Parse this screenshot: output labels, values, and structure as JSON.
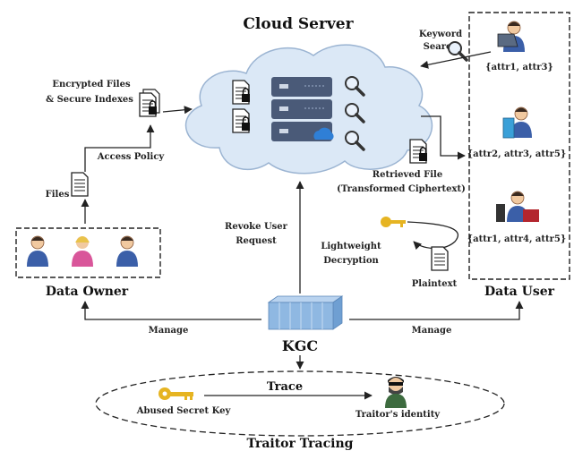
{
  "diagram": {
    "cloud_server": {
      "title": "Cloud Server"
    },
    "data_owner": {
      "title": "Data Owner"
    },
    "data_user": {
      "title": "Data User",
      "users": [
        {
          "attrs": "{attr1, attr3}"
        },
        {
          "attrs": "{attr2, attr3, attr5}"
        },
        {
          "attrs": "{attr1, attr4, attr5}"
        }
      ]
    },
    "kgc": {
      "title": "KGC"
    },
    "traitor_tracing": {
      "title": "Traitor Tracing"
    },
    "labels": {
      "encrypted_files_line1": "Encrypted Files",
      "encrypted_files_line2": "& Secure Indexes",
      "access_policy": "Access Policy",
      "files": "Files",
      "keyword_line1": "Keyword",
      "keyword_line2": "Search",
      "retrieved_line1": "Retrieved File",
      "retrieved_line2": "(Transformed Ciphertext)",
      "revoke_line1": "Revoke User",
      "revoke_line2": "Request",
      "lightweight_line1": "Lightweight",
      "lightweight_line2": "Decryption",
      "plaintext": "Plaintext",
      "manage_left": "Manage",
      "manage_right": "Manage",
      "trace": "Trace",
      "abused_key": "Abused Secret Key",
      "traitor_identity": "Traitor's identity"
    },
    "colors": {
      "cloud_fill": "#dbe8f6",
      "server_fill": "#4a5a78",
      "server_light": "#cfd8e6",
      "key_gold": "#e6b422",
      "kgc_blue": "#8fb8e2",
      "doc_line": "#222222"
    }
  }
}
